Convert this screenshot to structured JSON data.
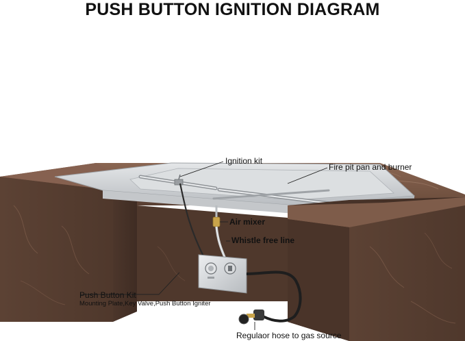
{
  "title": "PUSH BUTTON IGNITION DIAGRAM",
  "labels": {
    "ignition_kit": "Ignition kit",
    "fire_pit_pan": "Fire pit pan and burner",
    "air_mixer": "Air mixer",
    "whistle_line": "Whistle free line",
    "push_button_kit": "Push Button Kit",
    "push_button_kit_sub": "Mounting Plate,Key Valve,Push Button Igniter",
    "regulator_hose": "Regulaor hose to gas source"
  },
  "colors": {
    "stone_top": "#7d5a47",
    "stone_front": "#5a4033",
    "stone_side": "#4a3429",
    "steel": "#d2d4d6",
    "steel_dark": "#a9adb1",
    "brass": "#c9a44a"
  }
}
